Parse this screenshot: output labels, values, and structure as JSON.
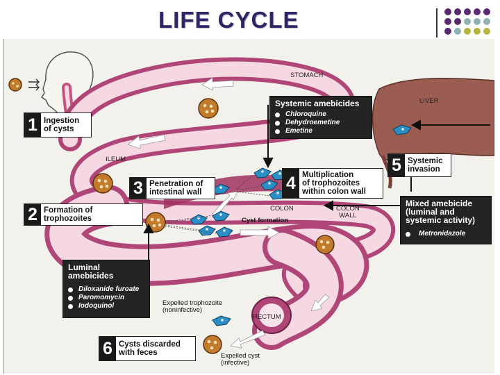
{
  "title": "LIFE CYCLE",
  "colors": {
    "title": "#2e2566",
    "intestine": "#b04677",
    "intestine_inner": "#f5d8e2",
    "liver": "#9b5d52",
    "cyst": "#c27a2b",
    "trophozoite": "#2b8ec4",
    "box_dark": "#242424",
    "corner_dots": [
      "#5b2a6e",
      "#8fb3b4",
      "#b7b43f"
    ]
  },
  "organs": {
    "stomach": "STOMACH",
    "liver": "LIVER",
    "ileum": "ILEUM",
    "colon": "COLON",
    "colon_wall": "COLON\nWALL",
    "rectum": "RECTUM"
  },
  "stages": [
    {
      "num": "1",
      "label": "Ingestion\nof cysts"
    },
    {
      "num": "2",
      "label": "Formation of\ntrophozoites"
    },
    {
      "num": "3",
      "label": "Penetration of\nintestinal wall"
    },
    {
      "num": "4",
      "label": "Multiplication\nof trophozoites\nwithin colon wall"
    },
    {
      "num": "5",
      "label": "Systemic\ninvasion"
    },
    {
      "num": "6",
      "label": "Cysts discarded\nwith feces"
    }
  ],
  "drug_boxes": {
    "systemic": {
      "heading": "Systemic amebicides",
      "drugs": [
        "Chloroquine",
        "Dehydroemetine",
        "Emetine"
      ]
    },
    "mixed": {
      "heading": "Mixed amebicide\n(luminal and\nsystemic activity)",
      "drugs": [
        "Metronidazole"
      ]
    },
    "luminal": {
      "heading": "Luminal\namebicides",
      "drugs": [
        "Diloxanide furoate",
        "Paromomycin",
        "Iodoquinol"
      ]
    }
  },
  "annotations": {
    "cyst_formation": "Cyst formation",
    "expelled_trophozoite": "Expelled trophozoite\n(noninfective)",
    "expelled_cyst": "Expelled cyst\n(infective)"
  }
}
